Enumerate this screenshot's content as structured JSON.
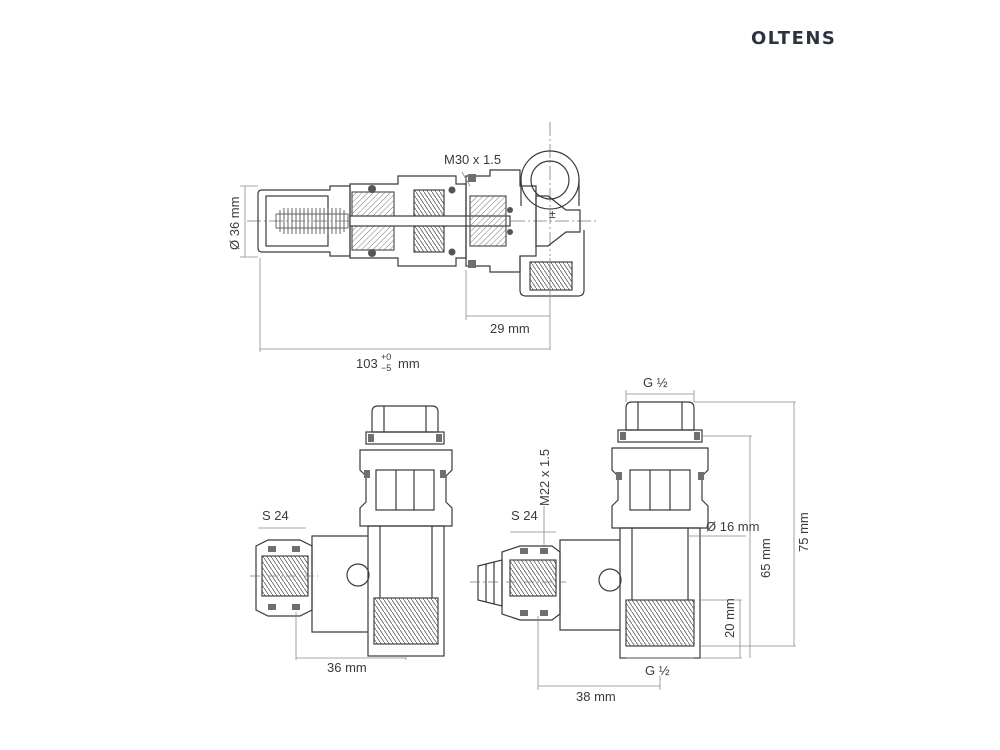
{
  "brand": {
    "name": "OLTENS"
  },
  "top_view": {
    "thread_label": "M30 x 1.5",
    "diameter_label": "Ø 36 mm",
    "depth_label": "29 mm",
    "length_value": "103",
    "length_tol_plus": "+0",
    "length_tol_minus": "−5",
    "length_unit": "mm"
  },
  "left_view": {
    "wrench_label": "S 24",
    "offset_label": "36 mm"
  },
  "right_view": {
    "top_thread_label": "G ½",
    "bottom_thread_label": "G ½",
    "wrench_label": "S 24",
    "thread_label": "M22 x 1.5",
    "pipe_diameter_label": "Ø 16 mm",
    "height_20_label": "20 mm",
    "height_65_label": "65 mm",
    "height_75_label": "75 mm",
    "offset_label": "38 mm"
  },
  "colors": {
    "line": "#3a3a3a",
    "thin": "#8a8a8a",
    "fill_dark": "#6f6f6f",
    "brand": "#2a3340"
  }
}
